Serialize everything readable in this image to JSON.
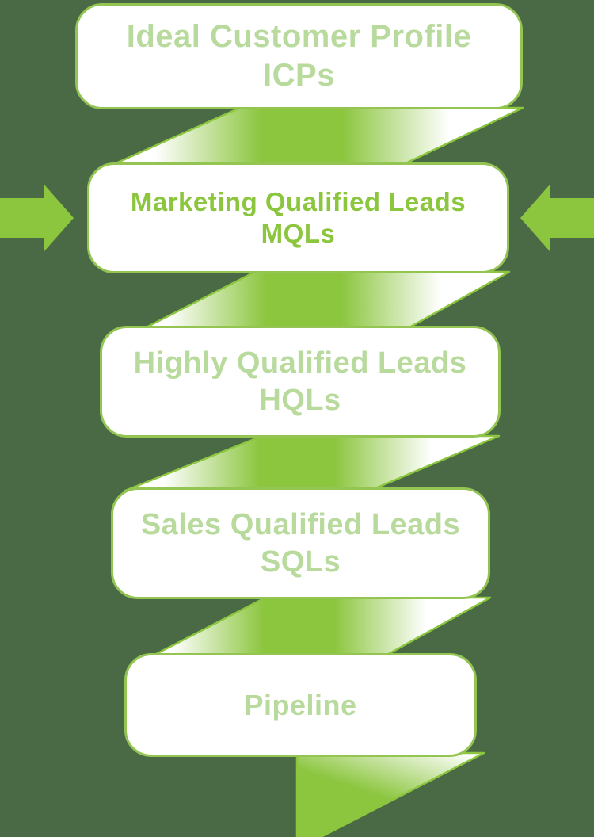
{
  "diagram": {
    "type": "marketing-lead-funnel-ribbon",
    "stages": [
      {
        "label": "Ideal Customer Profile",
        "acronym": "ICPs",
        "highlighted": false
      },
      {
        "label": "Marketing Qualified Leads",
        "acronym": "MQLs",
        "highlighted": true
      },
      {
        "label": "Highly Qualified Leads",
        "acronym": "HQLs",
        "highlighted": false
      },
      {
        "label": "Sales Qualified Leads",
        "acronym": "SQLs",
        "highlighted": false
      },
      {
        "label": "Pipeline",
        "acronym": "",
        "highlighted": false
      }
    ],
    "icons": [
      {
        "name": "arrow-pointing-right",
        "side": "left",
        "points_at": "Marketing Qualified Leads"
      },
      {
        "name": "arrow-pointing-left",
        "side": "right",
        "points_at": "Marketing Qualified Leads"
      }
    ]
  },
  "colors": {
    "background": "#4a6945",
    "ribbon-green": "#8cc63f",
    "arrow-green": "#8cc63f",
    "box-border": "#94c553",
    "box-fill": "#ffffff",
    "text-pale": "#b8da9c",
    "text-bright": "#8cc63f",
    "highlight-white": "#ffffff"
  }
}
